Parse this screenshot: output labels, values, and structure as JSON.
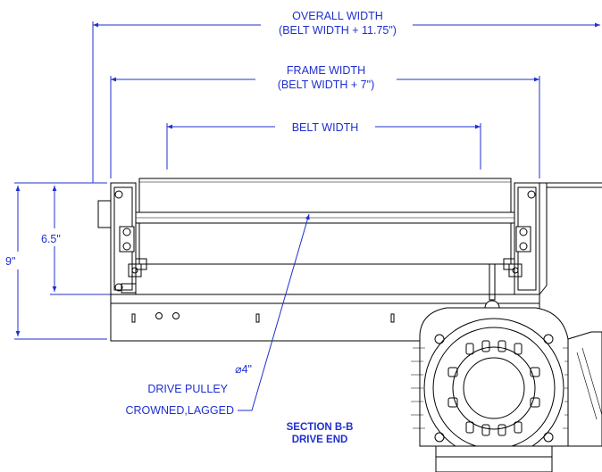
{
  "dimensions": {
    "overall_width": {
      "title": "OVERALL WIDTH",
      "formula": "(BELT WIDTH + 11.75\")"
    },
    "frame_width": {
      "title": "FRAME WIDTH",
      "formula": "(BELT WIDTH + 7\")"
    },
    "belt_width": {
      "title": "BELT WIDTH"
    },
    "height_total": "9\"",
    "height_frame": "6.5\""
  },
  "callout": {
    "diameter": "⌀4\"",
    "line1": "DRIVE PULLEY",
    "line2": "CROWNED,LAGGED"
  },
  "section": {
    "title": "SECTION B-B",
    "subtitle": "DRIVE END"
  },
  "colors": {
    "dimension": "#1f2fd0",
    "linework": "#000000",
    "background": "#ffffff"
  }
}
